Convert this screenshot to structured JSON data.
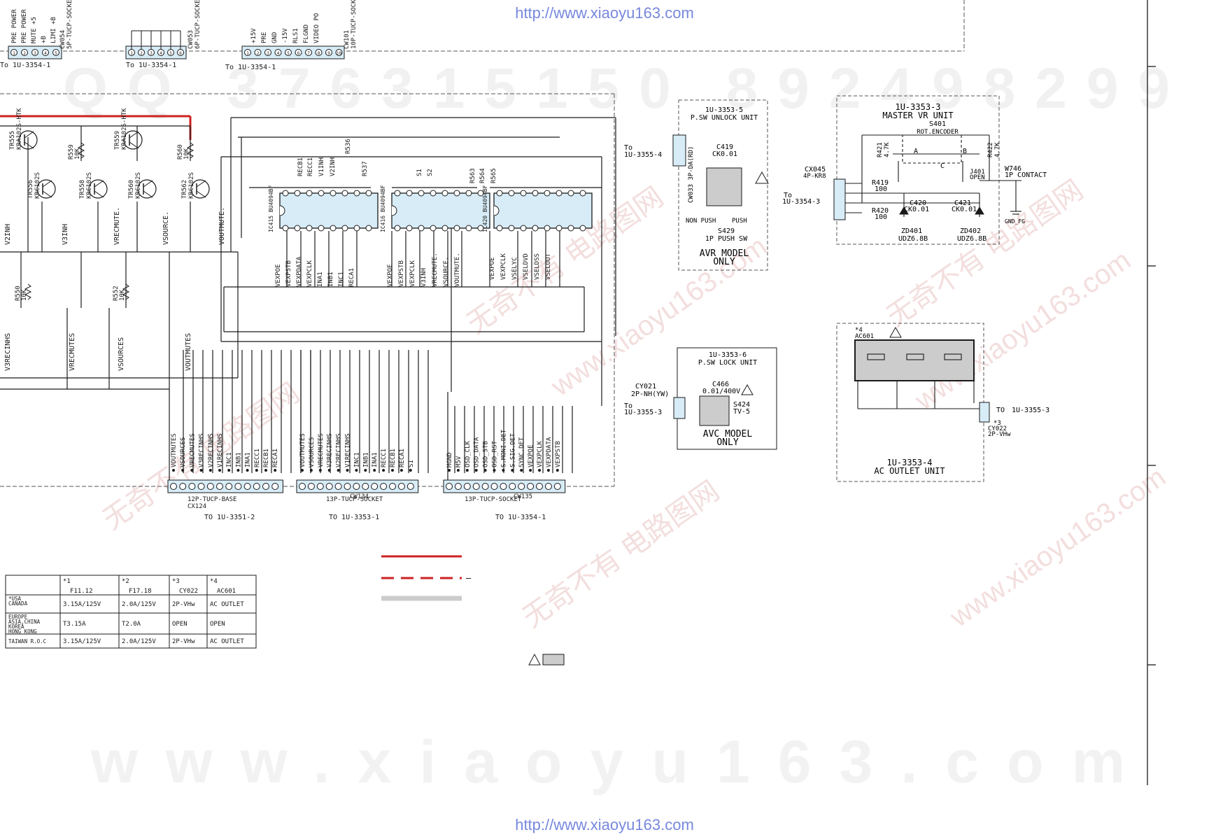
{
  "watermarks": {
    "url_top": "http://www.xiaoyu163.com",
    "url_bottom": "http://www.xiaoyu163.com",
    "bottom_big": "www.xiaoyu163.com",
    "qq": "QQ 376315150  892498299",
    "diagonal": [
      "无奇不有 电路图网",
      "www.xiaoyu163.com"
    ]
  },
  "top_connectors": {
    "cw054": {
      "name": "CW054",
      "type": "5P-TUCP-SOCKET",
      "pins": [
        "PRE POWER",
        "PRE POWER",
        "MUTE +5",
        "+B",
        "LIMI +B"
      ],
      "dest": "To 1U-3354-1"
    },
    "cw053": {
      "name": "CW053",
      "type": "6P-TUCP-SOCKET",
      "dest": "To 1U-3354-1"
    },
    "cw101": {
      "name": "CW101",
      "type": "10P-TUCP-SOCKET",
      "pins": [
        "+15V",
        "PRE",
        "GND",
        "-15V",
        "RLS1",
        "FLGND",
        "VIDEO PO"
      ],
      "dest": "To 1U-3354-1"
    }
  },
  "transistors": [
    {
      "ref": "TR555",
      "part": "KRA102S-HTK"
    },
    {
      "ref": "TR556",
      "part": "KRC102S"
    },
    {
      "ref": "TR558",
      "part": "KRC102S"
    },
    {
      "ref": "TR559",
      "part": "KRA102S-HTK"
    },
    {
      "ref": "TR560",
      "part": "KRC102S"
    },
    {
      "ref": "TR562",
      "part": "KRC102S"
    }
  ],
  "resistors_top": [
    {
      "ref": "R559",
      "value": "10K"
    },
    {
      "ref": "R560",
      "value": "10K"
    },
    {
      "ref": "R550",
      "value": "10K"
    },
    {
      "ref": "R552",
      "value": "10K"
    }
  ],
  "left_signals": [
    "V2INH",
    "V3INH",
    "VRECMUTE.",
    "VSOURCE.",
    "VOUTMUTE."
  ],
  "left_vertical_signals": [
    "V3RECINHS",
    "VRECMUTES",
    "VSOURCES",
    "VOUTMUTES"
  ],
  "ics": [
    {
      "ref": "IC415",
      "part": "BU4094BF",
      "label": "IC415 BU4094BF"
    },
    {
      "ref": "IC416",
      "part": "BU4094BF",
      "label": "IC416 BU4094BF"
    },
    {
      "ref": "IC420",
      "part": "BU4094BF",
      "label": "IC420 BU4094BF"
    }
  ],
  "ic1_pins_bottom": [
    "VEXPOE",
    "VEXPSTB",
    "VEXPDATA",
    "VEXPCLK",
    "INA1",
    "INB1",
    "INC1",
    "RECA1"
  ],
  "ic2_pins_bottom": [
    "VEXPOE",
    "VEXPSTB",
    "VEXPCLK",
    "V3INH",
    "VRECMUTE.",
    "VSOURCE.",
    "VOUTMUTE."
  ],
  "ic3_pins_bottom": [
    "VEXPOE",
    "VEXPCLK",
    "VSELYC",
    "VSELDVD",
    "VSELDSS",
    "VSELOUT"
  ],
  "ic_labels_top": [
    "RECB1",
    "RECC1",
    "V1INH",
    "V2INH",
    "R536",
    "R537",
    "S1",
    "S2",
    "R563",
    "R564",
    "R565"
  ],
  "connectors_bottom": [
    {
      "name": "CX124",
      "type": "12P-TUCP-BASE",
      "dest": "TO 1U-3351-2",
      "pins": [
        "VOUTMUTES",
        "VSOURCES",
        "VRECMUTES",
        "V3RECINHS",
        "V2RECINHS",
        "V1RECINHS",
        "INC1",
        "INB1",
        "INA1",
        "RECC1",
        "RECB1",
        "RECA1"
      ]
    },
    {
      "name": "CW134",
      "type": "13P-TUCP-SOCKET",
      "dest": "TO 1U-3353-1",
      "pins": [
        "VOUTMUTES",
        "VSOURCES",
        "VRECMUTES",
        "V3RECINHS",
        "V2RECINHS",
        "V1RECINHS",
        "INC1",
        "INB1",
        "INA1",
        "RECC1",
        "RECB1",
        "RECA1",
        "S1"
      ]
    },
    {
      "name": "CW135",
      "type": "13P-TUCP-SOCKET",
      "dest": "TO 1U-3354-1",
      "pins": [
        "MGND",
        "M5V",
        "OSD_CLK",
        "OSD_DATA",
        "OSD_STB",
        "OSD_RST",
        "S.MONI.DET",
        "S.SIG.DET",
        "SYNC.DET",
        "VEXPOE",
        "VEXPCLK",
        "VEXPDATA",
        "VEXPSTB"
      ]
    }
  ],
  "unit_unlock": {
    "id": "1U-3353-5",
    "title": "P.SW UNLOCK UNIT",
    "to": "To",
    "dest": "1U-3355-4",
    "connector": "CW033 3P-DA(RD)",
    "cap": "C419",
    "cap_value": "CK0.01",
    "sw_left": "NON PUSH",
    "sw_right": "PUSH",
    "switch": "S429",
    "switch_type": "1P PUSH SW",
    "note1": "AVR MODEL",
    "note2": "ONLY"
  },
  "unit_lock": {
    "id": "1U-3353-6",
    "title": "P.SW LOCK UNIT",
    "connector": "CY021",
    "connector_type": "2P-NH(YW)",
    "to": "To",
    "dest": "1U-3355-3",
    "cap": "C466",
    "cap_value": "0.01/400V",
    "switch": "S424",
    "switch_type": "TV-5",
    "note1": "AVC MODEL",
    "note2": "ONLY"
  },
  "unit_master": {
    "id": "1U-3353-3",
    "title": "MASTER VR UNIT",
    "switch": "S401",
    "switch_type": "ROT.ENCODER",
    "connector": "CX045",
    "connector_type": "4P-KR8",
    "to": "To",
    "dest": "1U-3354-3",
    "r421": "R421",
    "r421v": "4.7K",
    "r422": "R422",
    "r422v": "4.7K",
    "r419": "R419",
    "r419v": "100",
    "r420": "R420",
    "r420v": "100",
    "c420": "C420",
    "c420v": "CK0.01",
    "c421": "C421",
    "c421v": "CK0.01",
    "j401": "J401",
    "j401v": "OPEN",
    "w746": "W746",
    "w746v": "1P CONTACT",
    "zd401": "ZD401",
    "zd401v": "UDZ6.8B",
    "zd402": "ZD402",
    "zd402v": "UDZ6.8B",
    "gnd": "GND_FG",
    "sw_a": "A",
    "sw_b": "B",
    "sw_c": "C"
  },
  "unit_ac": {
    "id": "1U-3353-4",
    "title": "AC OUTLET UNIT",
    "ref": "*4",
    "part": "AC601",
    "connector_ref": "*3",
    "connector": "CY022",
    "connector_type": "2P-VHw",
    "to": "TO",
    "dest": "1U-3355-3"
  },
  "legend_table": {
    "headers": [
      "",
      "*1",
      "*2",
      "*3",
      "*4"
    ],
    "subheaders": [
      "",
      "F11.12",
      "F17.18",
      "CY022",
      "AC601"
    ],
    "rows": [
      [
        "*USA\nCANADA",
        "3.15A/125V",
        "2.0A/125V",
        "2P-VHw",
        "AC OUTLET"
      ],
      [
        "EUROPE\nASIA,CHINA\nKOREA\nHONG KONG",
        "T3.15A",
        "T2.0A",
        "OPEN",
        "OPEN"
      ],
      [
        "TAIWAN R.O.C",
        "3.15A/125V",
        "2.0A/125V",
        "2P-VHw",
        "AC OUTLET"
      ]
    ]
  },
  "line_legend": {
    "dash_suffix": "—"
  },
  "colors": {
    "ink": "#1a1a1a",
    "red_line": "#cc2222",
    "ic_fill": "#d7ecf7",
    "gray_patch": "#cccccc",
    "url": "#7788dd"
  }
}
